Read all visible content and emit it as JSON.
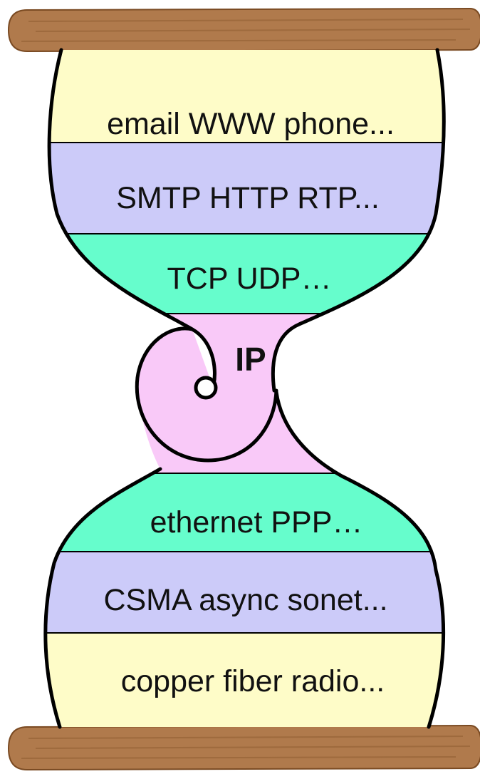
{
  "diagram": {
    "layers": [
      {
        "id": "application",
        "text": "email  WWW  phone...",
        "color": "#fefcc8"
      },
      {
        "id": "app-protocols",
        "text": "SMTP  HTTP  RTP...",
        "color": "#cccbf9"
      },
      {
        "id": "transport",
        "text": "TCP  UDP…",
        "color": "#66fdcc"
      },
      {
        "id": "network",
        "text": "IP",
        "color": "#f9c9f8"
      },
      {
        "id": "link",
        "text": "ethernet   PPP…",
        "color": "#66fdcc"
      },
      {
        "id": "medium-access",
        "text": "CSMA  async  sonet...",
        "color": "#cccbf9"
      },
      {
        "id": "physical",
        "text": "copper  fiber  radio...",
        "color": "#fefcc8"
      }
    ],
    "wood_color": "#b07a4c",
    "outline_color": "#000000"
  }
}
